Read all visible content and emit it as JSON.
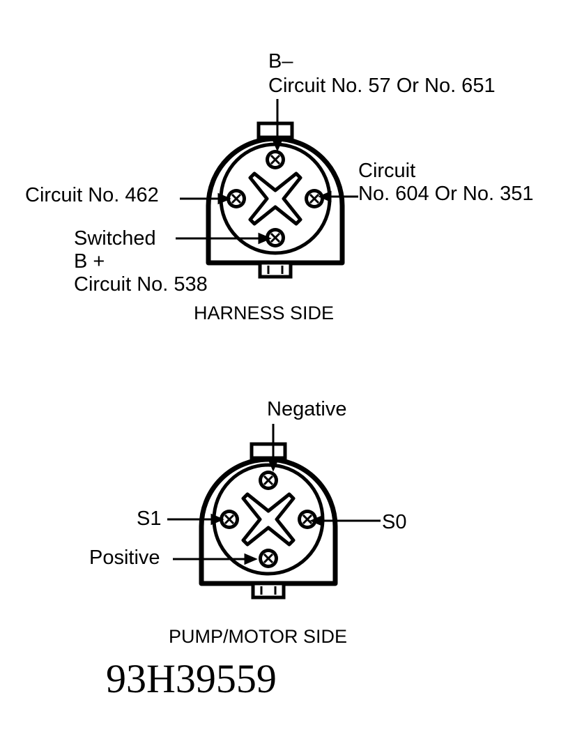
{
  "harness": {
    "top_label_line1": "B–",
    "top_label_line2": "Circuit No. 57 Or No. 651",
    "left_label": "Circuit No. 462",
    "right_label_line1": "Circuit",
    "right_label_line2": "No. 604 Or No. 351",
    "bottom_label_line1": "Switched",
    "bottom_label_line2": "B +",
    "bottom_label_line3": "Circuit No. 538",
    "caption": "HARNESS SIDE"
  },
  "pump": {
    "top_label": "Negative",
    "left_label": "S1",
    "right_label": "S0",
    "bottom_label": "Positive",
    "caption": "PUMP/MOTOR SIDE"
  },
  "figure_number": "93H39559"
}
